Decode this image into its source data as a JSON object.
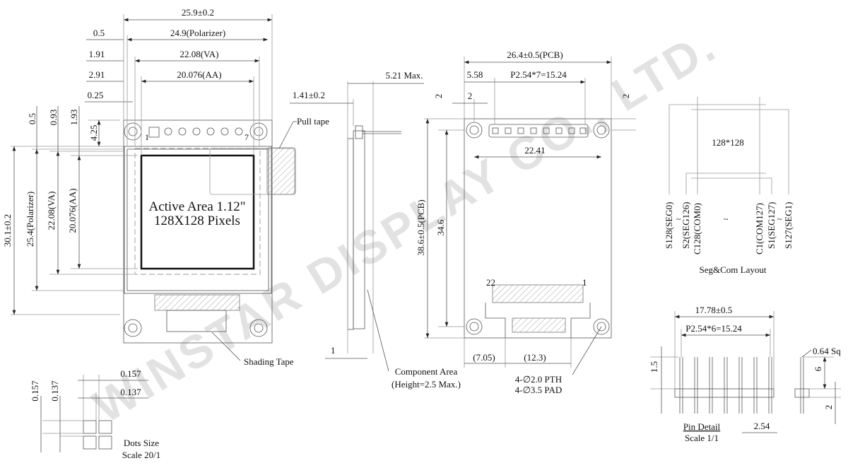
{
  "watermark": "WINSTAR DISPLAY CO., LTD.",
  "front_view": {
    "width_total": "25.9±0.2",
    "width_polarizer": "24.9(Polarizer)",
    "offset_polarizer": "0.5",
    "offset_va": "1.91",
    "width_va": "22.08(VA)",
    "offset_aa": "2.91",
    "width_aa": "20.076(AA)",
    "offset_025": "0.25",
    "v_offset_05": "0.5",
    "v_offset_093": "0.93",
    "v_offset_193": "1.93",
    "v_425": "4.25",
    "pin_first": "1",
    "pin_last": "7",
    "pull_tape": "Pull tape",
    "active_area_line1": "Active Area 1.12\"",
    "active_area_line2": "128X128 Pixels",
    "height_total": "30.1±0.2",
    "height_polarizer": "25.4(Polarizer)",
    "height_va": "22.08(VA)",
    "height_aa": "20.076(AA)",
    "shading_tape": "Shading Tape"
  },
  "dots": {
    "v_pitch": "0.157",
    "v_size": "0.137",
    "h_pitch": "0.157",
    "h_size": "0.137",
    "title": "Dots Size",
    "scale": "Scale 20/1"
  },
  "side_view": {
    "max_height": "5.21 Max.",
    "thickness": "1.41±0.2",
    "pcb": "1",
    "component_area": "Component Area",
    "component_height": "(Height=2.5 Max.)"
  },
  "back_view": {
    "pcb_width": "26.4±0.5(PCB)",
    "pin_offset": "5.58",
    "pin_pitch": "P2.54*7=15.24",
    "edge_left_v": "2",
    "edge_left_h": "2",
    "edge_right_v": "2",
    "hole_span": "22.41",
    "pcb_height": "38.6±0.5(PCB)",
    "hole_v_span": "34.6",
    "fpc_pin_first": "22",
    "fpc_pin_last": "1",
    "dim_705": "(7.05)",
    "dim_123": "(12.3)",
    "pth": "4-∅2.0 PTH",
    "pad": "4-∅3.5 PAD"
  },
  "seg_com": {
    "resolution": "128*128",
    "labels": [
      "S128(SEG0)",
      "S2(SEG126)",
      "C128(COM0)",
      "C1(COM127)",
      "S1(SEG127)",
      "S127(SEG1)"
    ],
    "tilde": "~",
    "title": "Seg&Com Layout"
  },
  "pin_detail": {
    "width": "17.78±0.5",
    "pitch": "P2.54*6=15.24",
    "pin_size": "0.64 Sq",
    "dim_15": "1.5",
    "dim_6": "6",
    "dim_2": "2",
    "dim_254": "2.54",
    "title": "Pin Detail",
    "scale": "Scale 1/1"
  }
}
